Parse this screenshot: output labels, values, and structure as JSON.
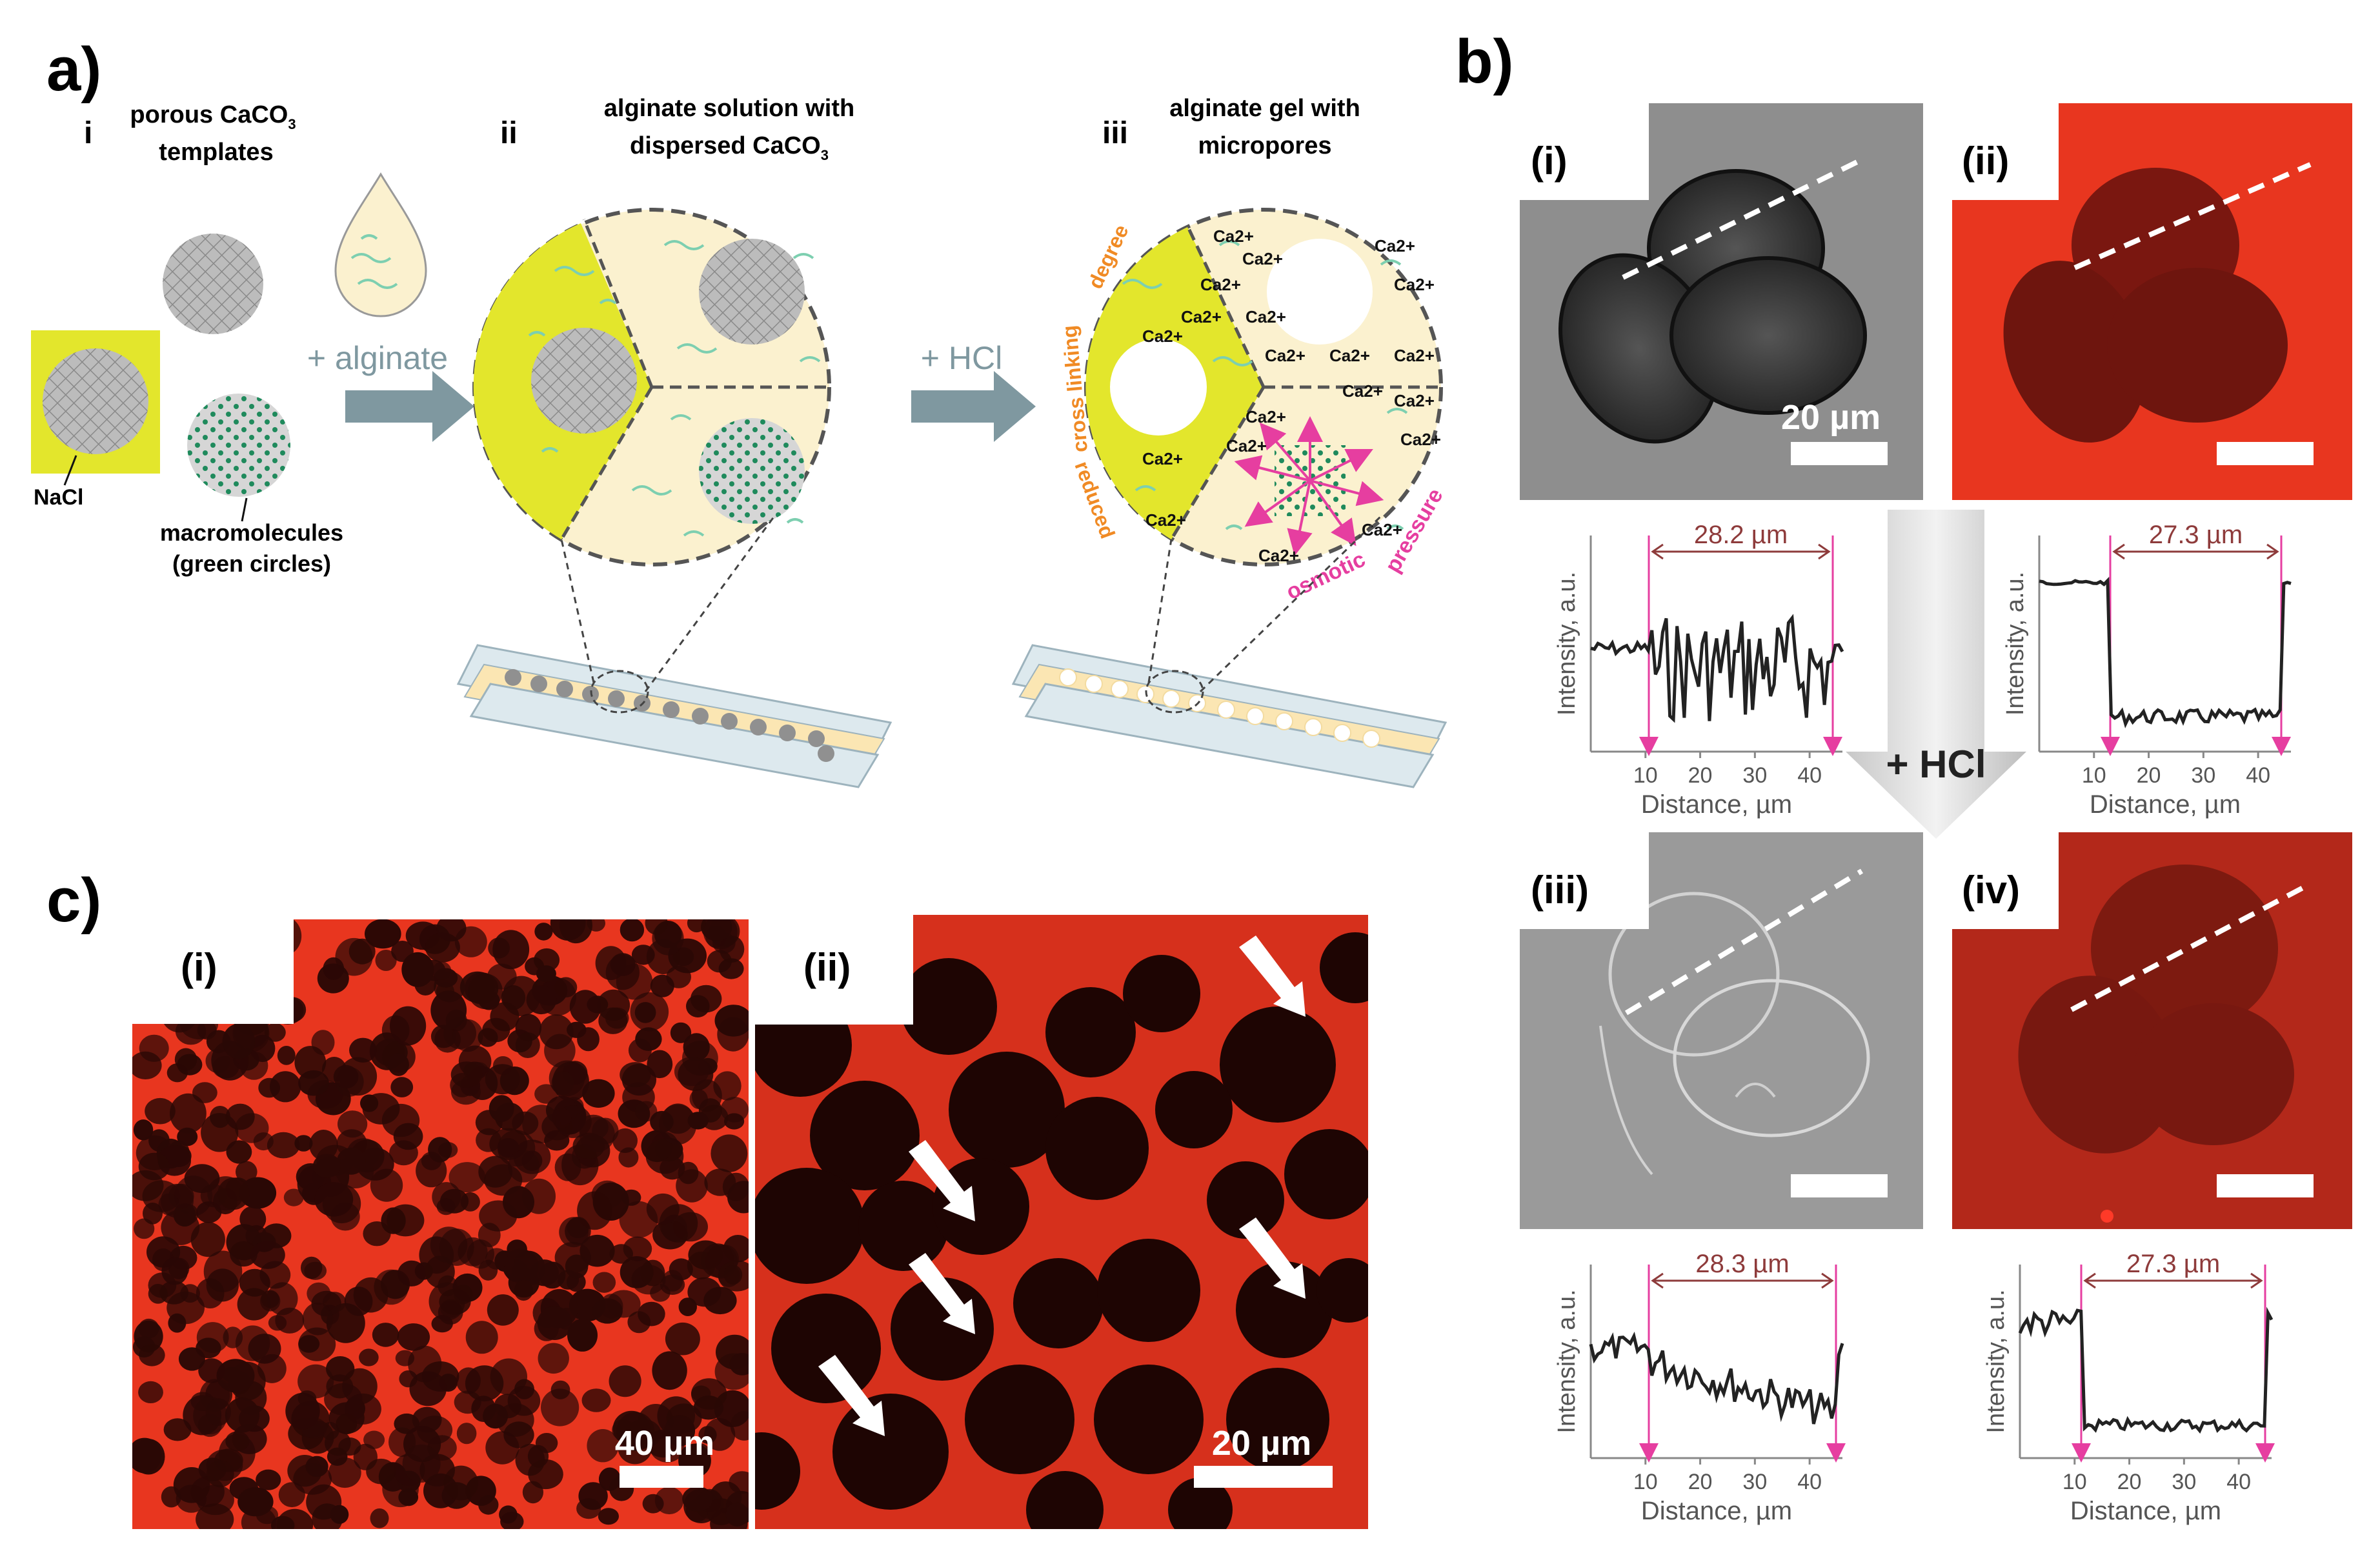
{
  "panel_labels": {
    "a": "a)",
    "b": "b)",
    "c": "c)"
  },
  "panel_a": {
    "step_i": {
      "numeral": "i",
      "title_line1": "porous CaCO",
      "title_sub": "3",
      "title_line2": "templates"
    },
    "step_ii": {
      "numeral": "ii",
      "title_line1": "alginate solution with",
      "title_line2": "dispersed CaCO",
      "title_sub": "3"
    },
    "step_iii": {
      "numeral": "iii",
      "title_line1": "alginate gel with",
      "title_line2": "micropores"
    },
    "arrow_alginate": "+ alginate",
    "arrow_hcl": "+ HCl",
    "label_nacl": "NaCl",
    "label_macro_line1": "macromolecules",
    "label_macro_line2": "(green circles)",
    "curved_label_orange": "reduced cross linking degree",
    "curved_label_orange_parts": [
      "reduced",
      "cross linking",
      "degree"
    ],
    "curved_label_pink_parts": [
      "osmotic",
      "pressure"
    ],
    "ion": "Ca2+"
  },
  "panel_b": {
    "images": [
      {
        "label": "(i)",
        "scale": "20 µm"
      },
      {
        "label": "(ii)"
      },
      {
        "label": "(iii)"
      },
      {
        "label": "(iv)"
      }
    ],
    "arrow_label": "+ HCl",
    "plots": [
      {
        "measure": "28.2 µm",
        "ylabel": "Intensity, a.u.",
        "xlabel": "Distance, µm",
        "xticks": [
          "10",
          "20",
          "30",
          "40"
        ]
      },
      {
        "measure": "27.3 µm",
        "ylabel": "Intensity, a.u.",
        "xlabel": "Distance, µm",
        "xticks": [
          "10",
          "20",
          "30",
          "40"
        ]
      },
      {
        "measure": "28.3 µm",
        "ylabel": "Intensity, a.u.",
        "xlabel": "Distance, µm",
        "xticks": [
          "10",
          "20",
          "30",
          "40"
        ]
      },
      {
        "measure": "27.3 µm",
        "ylabel": "Intensity, a.u.",
        "xlabel": "Distance, µm",
        "xticks": [
          "10",
          "20",
          "30",
          "40"
        ]
      }
    ]
  },
  "panel_c": {
    "images": [
      {
        "label": "(i)",
        "scale": "40 µm"
      },
      {
        "label": "(ii)",
        "scale": "20 µm"
      }
    ]
  },
  "colors": {
    "arrow": "#7f98a0",
    "alginate": "#fbf1cf",
    "gel": "#e3e62c",
    "orange": "#f08a24",
    "pink": "#e63ea0",
    "micro_red": "#e8361f",
    "dark_red": "#b3281a"
  }
}
